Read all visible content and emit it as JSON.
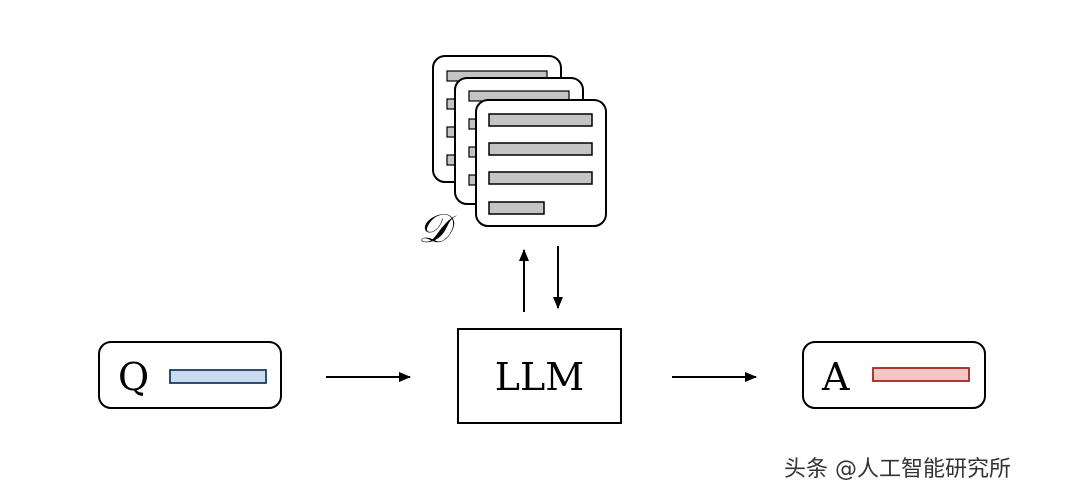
{
  "diagram": {
    "query_label": "Q",
    "model_label": "LLM",
    "answer_label": "A",
    "docs_label": "𝒟",
    "watermark": "头条 @人工智能研究所"
  },
  "colors": {
    "query_bar": "#c9dcef",
    "query_bar_stroke": "#1f3b64",
    "answer_bar": "#f4c6c4",
    "answer_bar_stroke": "#a3261f",
    "doc_line": "#c4c4c4"
  }
}
